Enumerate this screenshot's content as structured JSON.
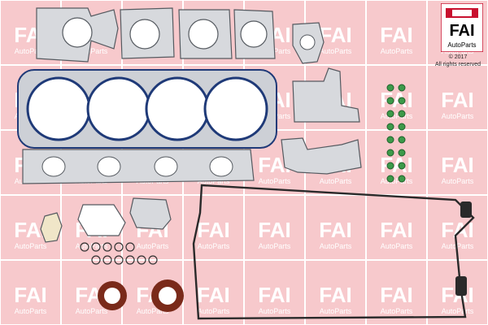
{
  "watermark": {
    "brand": "FAI",
    "sub": "AutoParts",
    "tile_color": "#f7c9cc",
    "text_color": "#ffffff"
  },
  "logo": {
    "text": "FAI",
    "sub": "AutoParts",
    "accent": "#c8102e"
  },
  "copyright": {
    "year_line": "© 2017",
    "rights_line": "All rights reserved"
  },
  "parts": {
    "gasket_color": "#c9cbd0",
    "gasket_outline": "#555a60",
    "head_gasket_color": "#1f3a78",
    "seal_color": "#7a2a1a",
    "cam_gasket_color": "#2a2a2a"
  }
}
